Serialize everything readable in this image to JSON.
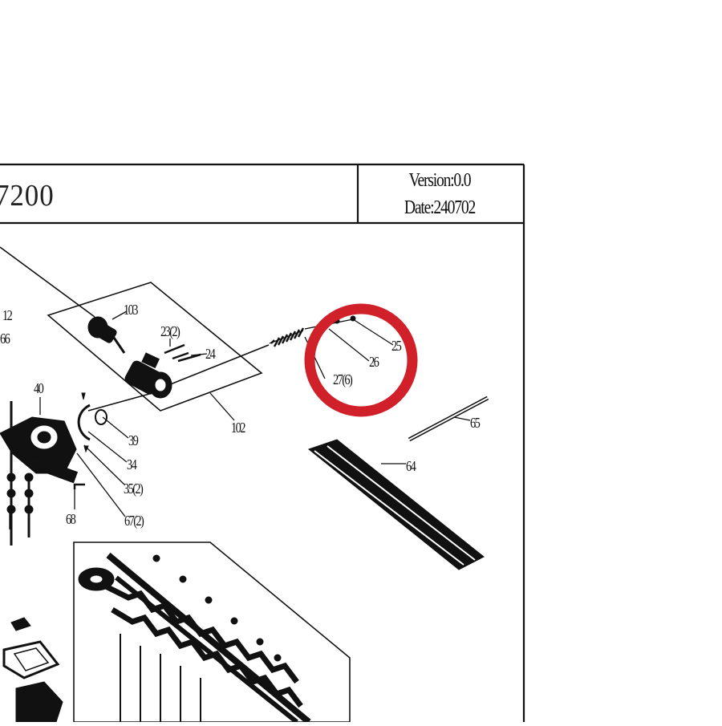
{
  "header": {
    "model_fragment": "7200",
    "version": "Version:0.0",
    "date": "Date:240702"
  },
  "callouts": {
    "c103": "103",
    "c23": "23(2)",
    "c24": "24",
    "c25": "25",
    "c26": "26",
    "c27": "27(6)",
    "c102": "102",
    "c12": "12",
    "c66": "66",
    "c40": "40",
    "c39": "39",
    "c34": "34",
    "c35": "35(2)",
    "c67": "67(2)",
    "c68": "68",
    "c65": "65",
    "c64": "64"
  },
  "highlight": {
    "color": "#d0202a"
  },
  "line_color": "#111111"
}
